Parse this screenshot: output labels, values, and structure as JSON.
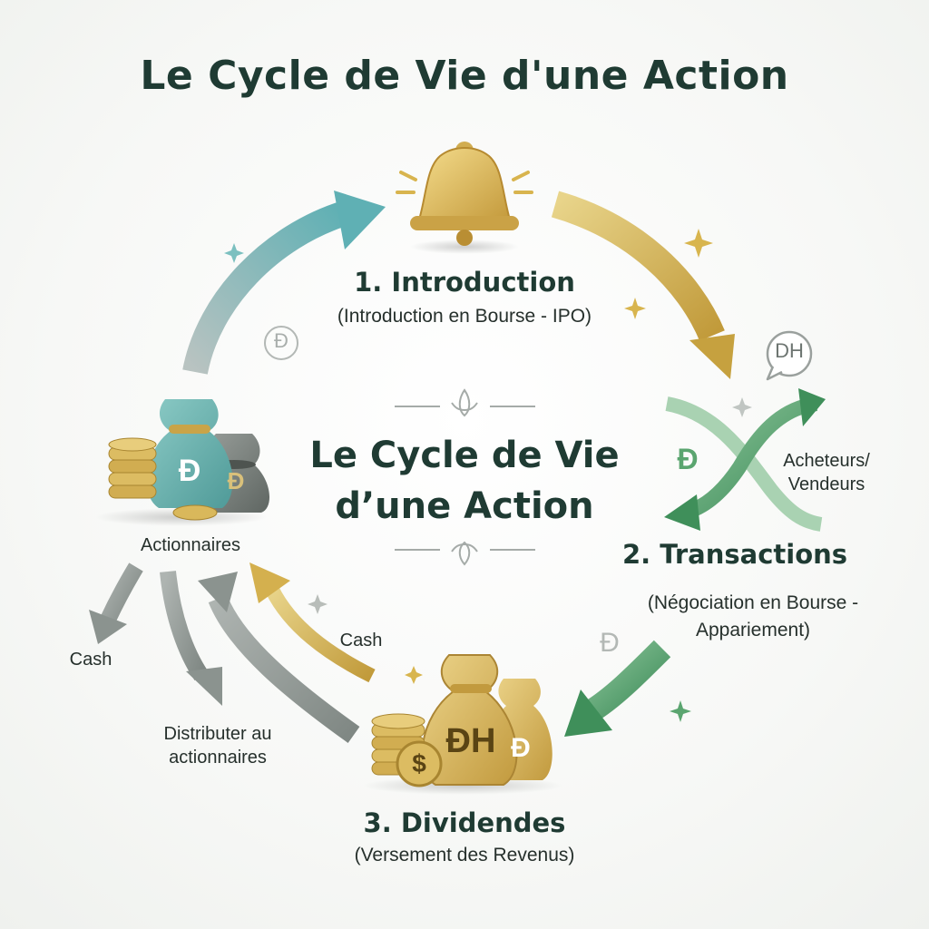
{
  "title": "Le Cycle de Vie d'une Action",
  "center": {
    "line1": "Le Cycle de Vie",
    "line2": "d’une Action"
  },
  "steps": [
    {
      "title": "1. Introduction",
      "subtitle": "(Introduction en Bourse - IPO)"
    },
    {
      "title": "2. Transactions",
      "subtitle": "(Négociation en Bourse - Appariement)"
    },
    {
      "title": "3. Dividendes",
      "subtitle": "(Versement des Revenus)"
    }
  ],
  "labels": {
    "traders": "Acheteurs/ Vendeurs",
    "shareholders": "Actionnaires",
    "cash_left": "Cash",
    "cash_middle": "Cash",
    "distribute": "Distributer au actionnaires"
  },
  "badges": {
    "dh_bubble": "DH",
    "currency_glyph": "Đ",
    "bag_big_glyph": "ĐH",
    "coin_glyph": "$"
  },
  "icons": [
    "bell-icon",
    "money-bags-icon",
    "coin-stack-icon",
    "exchange-arrows-icon",
    "dirham-icon",
    "speech-bubble-icon",
    "sparkle-icon"
  ],
  "colors": {
    "title": "#1f3b33",
    "teal_arrow": "#6fb7b5",
    "gold_arrow": "#c9a94a",
    "green_arrow": "#3f8f5a",
    "grey_arrow": "#9aa19e",
    "gold_bag": "#d4b258",
    "teal_bag": "#5aa6a4"
  }
}
